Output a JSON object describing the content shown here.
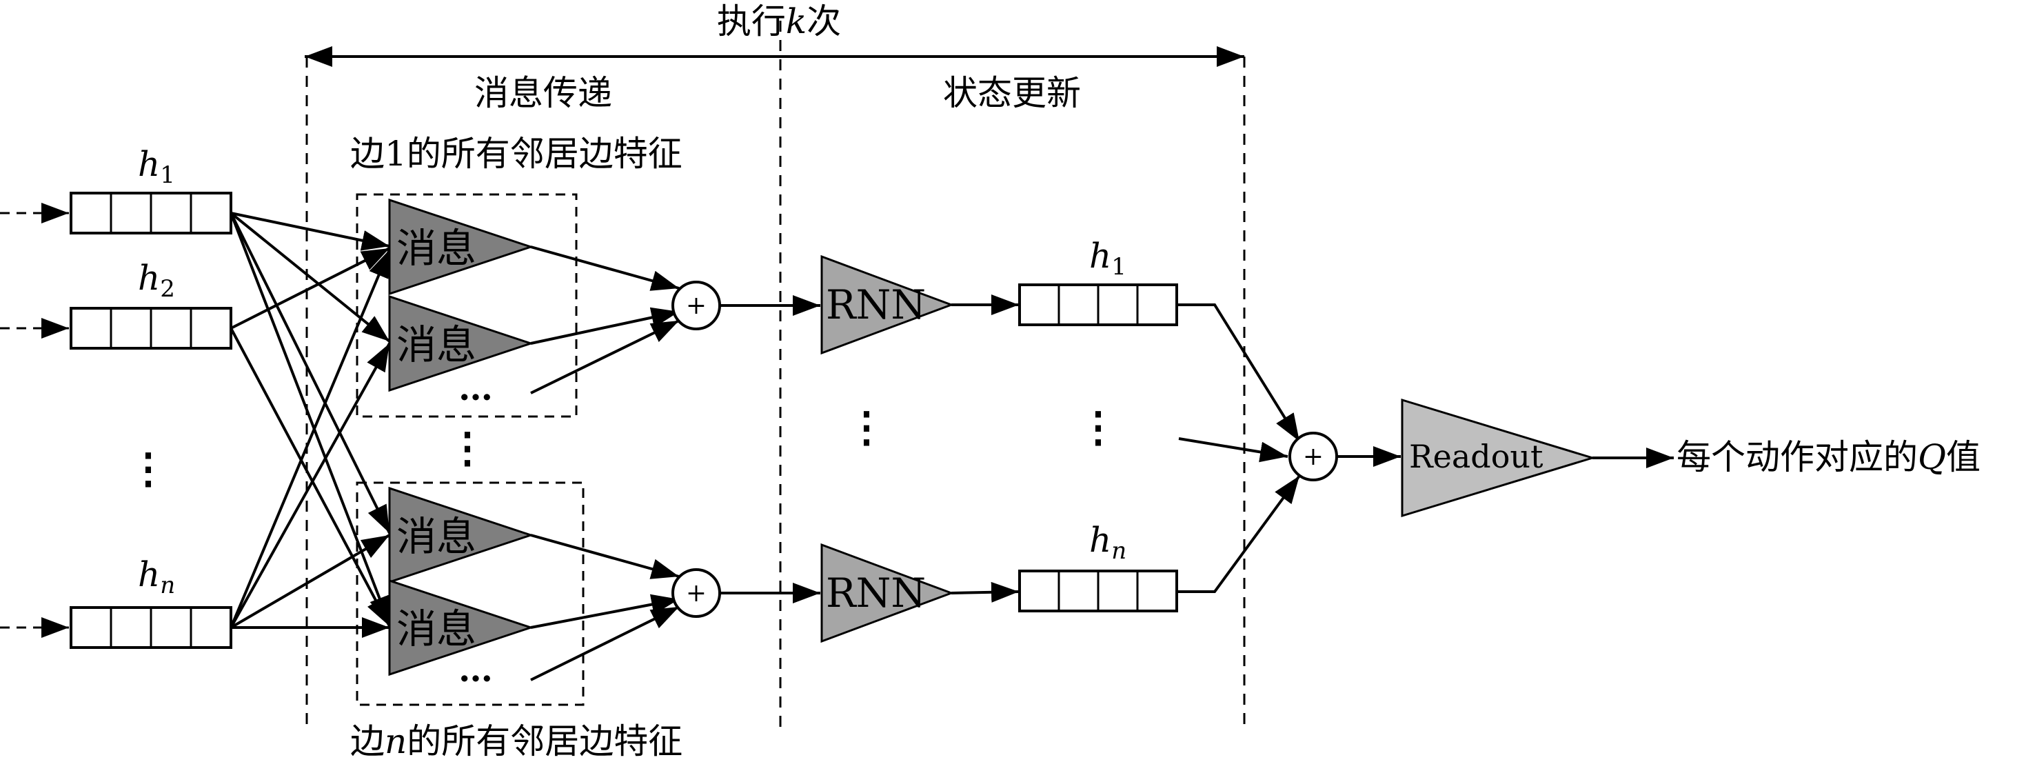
{
  "header": {
    "repeat_prefix": "执行",
    "repeat_var": "k",
    "repeat_suffix": "次"
  },
  "sections": {
    "message_passing": "消息传递",
    "state_update": "状态更新"
  },
  "groups": {
    "edge1_features": {
      "prefix": "边",
      "var": "1",
      "suffix": "的所有邻居边特征"
    },
    "edgen_features": {
      "prefix": "边",
      "var": "n",
      "suffix": "的所有邻居边特征"
    }
  },
  "inputs": {
    "h1": {
      "base": "h",
      "sub": "1"
    },
    "h2": {
      "base": "h",
      "sub": "2"
    },
    "hn": {
      "base": "h",
      "sub": "n"
    }
  },
  "blocks": {
    "message": "消息",
    "rnn": "RNN",
    "readout": "Readout",
    "plus": "+",
    "hdots": "…",
    "vdots": "⋮"
  },
  "states": {
    "h1": {
      "base": "h",
      "sub": "1"
    },
    "hn": {
      "base": "h",
      "sub": "n"
    }
  },
  "output": {
    "prefix": "每个动作对应的",
    "var": "Q",
    "suffix": "值"
  },
  "colors": {
    "message_fill": "#7f7f7f",
    "rnn_fill": "#a6a6a6",
    "readout_fill": "#bfbfbf",
    "line": "#000000"
  }
}
